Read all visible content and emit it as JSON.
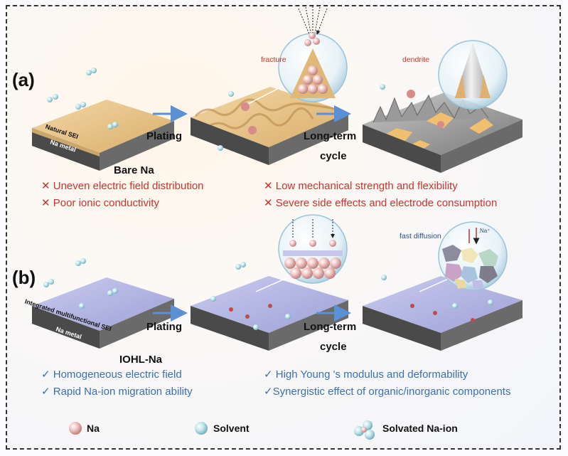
{
  "panel_a": {
    "label": "(a)",
    "step1": "Plating",
    "step2_line1": "Long-term",
    "step2_line2": "cycle",
    "sei_label": "Natural SEI",
    "metal_label": "Na metal",
    "sample": "Bare Na",
    "zoom1_label": "fracture",
    "zoom2_label": "dendrite",
    "bullets_left": [
      "✕ Uneven electric field distribution",
      "✕ Poor ionic conductivity"
    ],
    "bullets_right": [
      "✕ Low mechanical strength and flexibility",
      "✕ Severe side effects and electrode consumption"
    ]
  },
  "panel_b": {
    "label": "(b)",
    "step1": "Plating",
    "step2_line1": "Long-term",
    "step2_line2": "cycle",
    "sei_label": "Integrated multifunctional SEI",
    "metal_label": "Na metal",
    "sample": "IOHL-Na",
    "zoom2_label": "fast diffusion",
    "ion_label": "Na⁺",
    "bullets_left": [
      "✓ Homogeneous electric field",
      "✓ Rapid Na-ion migration ability"
    ],
    "bullets_right": [
      "✓ High Young 's modulus and deformability",
      "✓Synergistic effect of organic/inorganic components"
    ]
  },
  "legend": {
    "na": "Na",
    "solvent": "Solvent",
    "solvated": "Solvated Na-ion"
  },
  "colors": {
    "bad_text": "#c8342d",
    "good_text": "#3b6fb0",
    "arrow": "#5b8fd6",
    "sei_a": "#e8c48d",
    "sei_b": "#b7b8e0",
    "metal": "#5a5a5a",
    "na_ball": "#e3a9a5",
    "solvent_ball": "#a9d8e3"
  }
}
